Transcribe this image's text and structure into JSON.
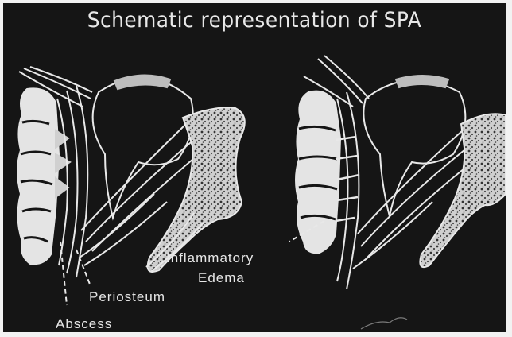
{
  "title": "Schematic representation of SPA",
  "labels": {
    "inflammatory": "Inflammatory",
    "edema": "Edema",
    "periosteum": "Periosteum",
    "abscess": "Abscess"
  },
  "colors": {
    "background": "#151515",
    "line": "#e8e8e8",
    "lens": "#bdbdbd"
  }
}
